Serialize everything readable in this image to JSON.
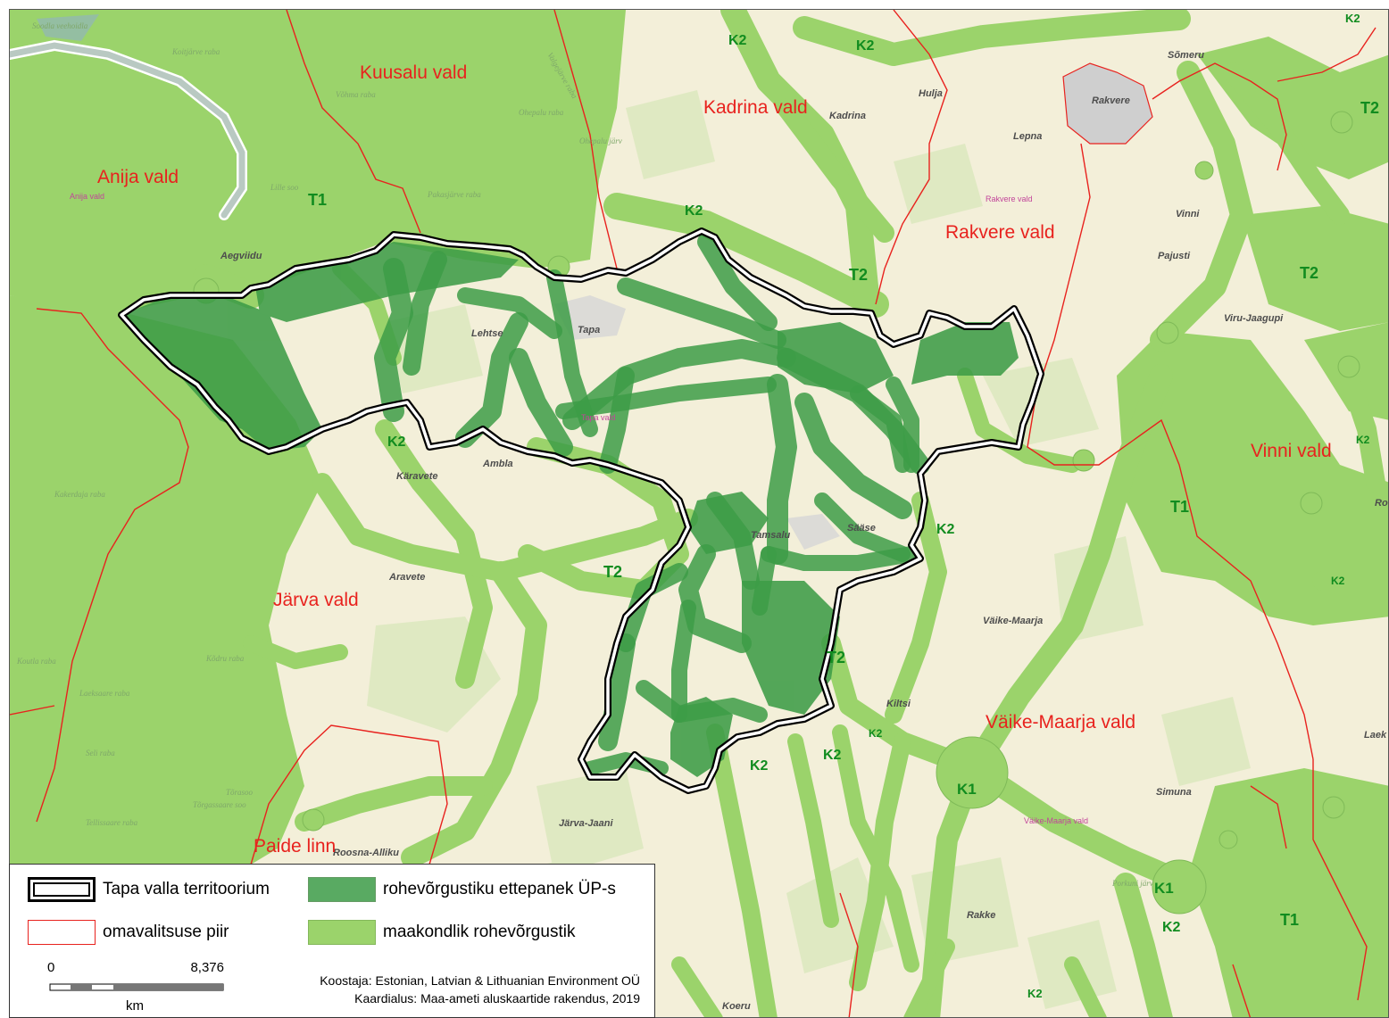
{
  "municipalities": [
    {
      "id": "kuusalu",
      "label": "Kuusalu vald"
    },
    {
      "id": "anija",
      "label": "Anija vald"
    },
    {
      "id": "kadrina",
      "label": "Kadrina vald"
    },
    {
      "id": "rakvere-vald",
      "label": "Rakvere vald"
    },
    {
      "id": "vinni",
      "label": "Vinni vald"
    },
    {
      "id": "jarva",
      "label": "Järva vald"
    },
    {
      "id": "vaike-maarja",
      "label": "Väike-Maarja vald"
    },
    {
      "id": "paide",
      "label": "Paide linn"
    }
  ],
  "small_municipality_labels": [
    "Anija vald",
    "Rakvere vald",
    "Tapa vald",
    "Väike-Maarja vald"
  ],
  "places": [
    "Aegviidu",
    "Tapa",
    "Lehtse",
    "Ambla",
    "Käravete",
    "Tamsalu",
    "Sääse",
    "Aravete",
    "Kadrina",
    "Hulja",
    "Lepna",
    "Rakvere",
    "Sõmeru",
    "Vinni",
    "Pajusti",
    "Viru-Jaagupi",
    "Väike-Maarja",
    "Kiltsi",
    "Simuna",
    "Järva-Jaani",
    "Koeru",
    "Rakke",
    "Roosna-Alliku",
    "Laek",
    "Ro"
  ],
  "bogs": [
    "Soodla veehoidla",
    "Koitjärve raba",
    "Valgejärve raba",
    "Võhma raba",
    "Ohepalu raba",
    "Ohepalu järv",
    "Lille soo",
    "Pakasjärve raba",
    "Kakerdaja raba",
    "Koutla raba",
    "Kõdru raba",
    "Laeksaare raba",
    "Seli raba",
    "Tõrasoo",
    "Tõrgassaare soo",
    "Tellissaare raba",
    "Porkuni järv"
  ],
  "network_codes": [
    "T1",
    "T2",
    "K1",
    "K2"
  ],
  "legend": {
    "territory": "Tapa valla territoorium",
    "boundary": "omavalitsuse piir",
    "proposal": "rohevõrgustiku ettepanek ÜP-s",
    "county": "maakondlik rohevõrgustik"
  },
  "scalebar": {
    "start": "0",
    "end": "8,376",
    "unit": "km"
  },
  "credits": {
    "line1": "Koostaja: Estonian, Latvian & Lithuanian Environment OÜ",
    "line2": "Kaardialus: Maa-ameti aluskaartide rakendus, 2019"
  },
  "colors": {
    "base": "#f3efd9",
    "county_network": "#9bd36b",
    "proposal_network": "#3d9c47",
    "boundary": "#e8221e",
    "water": "#8fb0c7"
  }
}
